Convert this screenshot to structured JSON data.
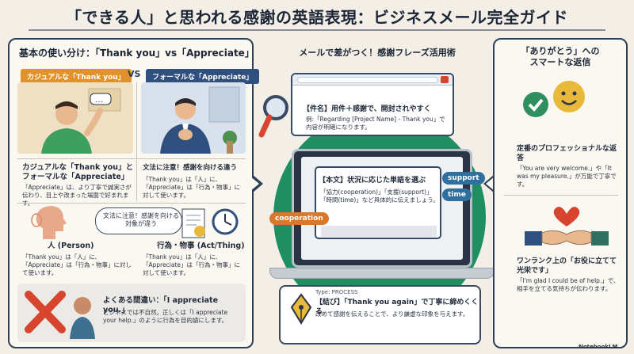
{
  "header": {
    "title": "「できる人」と思われる感謝の英語表現：ビジネスメール完全ガイド"
  },
  "left": {
    "title": "基本の使い分け：「Thank you」vs「Appreciate」",
    "tag_casual": "カジュアルな「Thank you」",
    "vs": "VS",
    "tag_formal": "フォーマルな「Appreciate」",
    "casual_heading": "カジュアルな「Thank you」と\nフォーマルな「Appreciate」",
    "casual_body": "「Appreciate」は、より丁寧で誠実さが伝わり、目上や改まった場面で好まれます。",
    "formal_heading": "文法に注意！感謝を向ける違う",
    "formal_body": "「Thank you」は「人」に、「Appreciate」は「行為・物事」に対して使います。",
    "bubble": "文法に注意！感謝を向ける対象が違う",
    "person_label": "人 (Person)",
    "person_body": "「Thank you」は「人」に、「Appreciate」は「行為・物事」に対して使います。",
    "act_label": "行為・物事 (Act/Thing)",
    "act_body": "「Thank you」は「人」に、「Appreciate」は「行為・物事」に対して使います。",
    "mistake_heading": "よくある間違い：「I appreciate you.」",
    "mistake_body": "ビジネスでは不自然。正しくは「I appreciate your help.」のように行為を目的語にします。"
  },
  "center": {
    "title": "メールで差がつく！感謝フレーズ活用術",
    "subject_heading": "【件名】用件＋感謝で、開封されやすく",
    "subject_body": "例:「Regarding [Project Name] - Thank you」で内容が明確になります。",
    "body_heading": "【本文】状況に応じた単語を選ぶ",
    "body_text": "「協力(cooperation)」「支援(support)」「時間(time)」など具体的に伝えましょう。",
    "pill_support": "support",
    "pill_time": "time",
    "pill_coop": "cooperation",
    "close_type": "Type: PROCESS",
    "close_heading": "【結び】「Thank you again」で丁寧に締めくくる",
    "close_body": "改めて感謝を伝えることで、より謙虚な印象を与えます。"
  },
  "right": {
    "title": "「ありがとう」への\nスマートな返信",
    "reply1_heading": "定番のプロフェッショナルな返答",
    "reply1_body": "「You are very welcome.」や「It was my pleasure.」が万能で丁寧です。",
    "reply2_heading": "ワンランク上の「お役に立てて光栄です」",
    "reply2_body": "「I'm glad I could be of help.」で、相手を立てる気持ちが伝わります。"
  },
  "footer": {
    "logo": "NotebookLM"
  },
  "colors": {
    "orange": "#e1922a",
    "navy": "#2f4f7f",
    "green": "#1f8e63",
    "red": "#d8452f"
  },
  "icons": [
    "speech-bubble-icon",
    "head-icon",
    "document-icon",
    "clock-icon",
    "x-mark-icon",
    "magnifier-icon",
    "pen-nib-icon",
    "smiley-bubble-icon",
    "check-bubble-icon",
    "heart-icon",
    "handshake-icon"
  ]
}
